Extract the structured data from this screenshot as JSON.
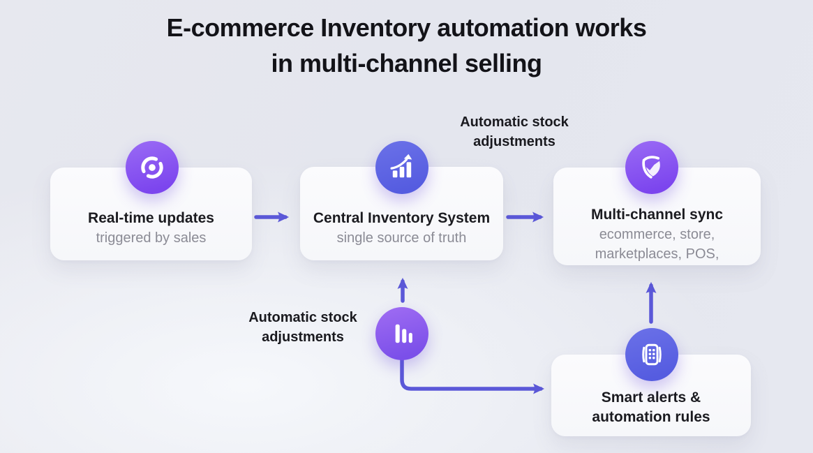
{
  "title": {
    "line1": "E-commerce Inventory automation works",
    "line2": "in multi-channel selling"
  },
  "annotations": {
    "top": {
      "line1": "Automatic stock",
      "line2": "adjustments"
    },
    "bottom": {
      "line1": "Automatic stock",
      "line2": "adjustments"
    }
  },
  "nodes": {
    "realtime": {
      "title": "Real-time updates",
      "subtitle": "triggered by sales",
      "icon": "realtime-sync-icon"
    },
    "central": {
      "title": "Central Inventory System",
      "subtitle": "single source of truth",
      "icon": "growth-chart-icon"
    },
    "multichannel": {
      "title": "Multi-channel sync",
      "subtitle1": "ecommerce, store,",
      "subtitle2": "marketplaces, POS,",
      "icon": "shield-sync-icon"
    },
    "alerts": {
      "line1": "Smart alerts &",
      "line2": "automation rules",
      "icon": "pos-device-icon"
    },
    "adjustments": {
      "icon": "declining-bars-icon"
    }
  },
  "colors": {
    "background": "#e5e7ef",
    "card": "#f9fafc",
    "arrow": "#5b58d8",
    "icon_purple": "#8a5cf2",
    "icon_indigo": "#5d63e2",
    "title_text": "#131318",
    "subtitle_text": "#8b8b95"
  }
}
